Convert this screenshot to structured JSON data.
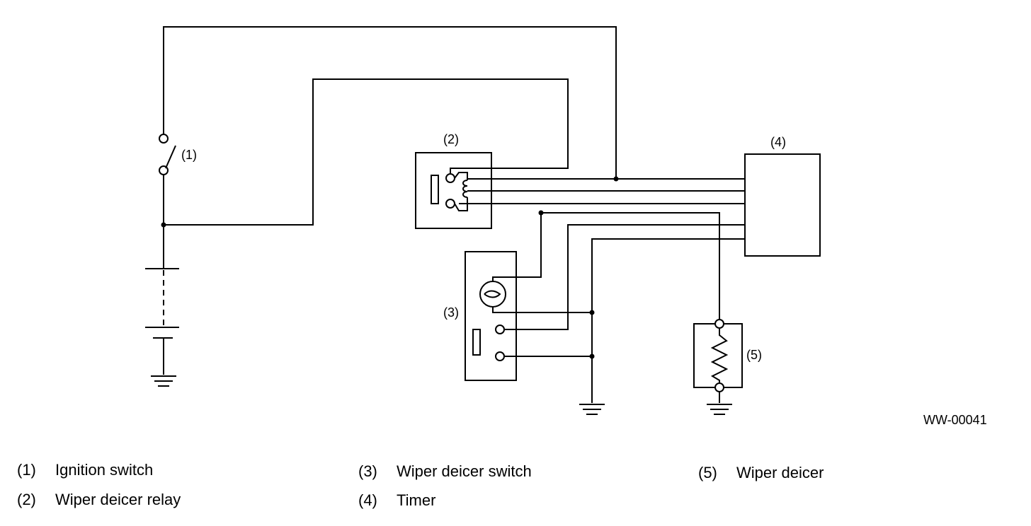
{
  "diagram": {
    "code": "WW-00041",
    "component_labels": {
      "ignition_switch": "(1)",
      "relay": "(2)",
      "deicer_switch": "(3)",
      "timer": "(4)",
      "wiper_deicer": "(5)"
    }
  },
  "legend": [
    {
      "num": "(1)",
      "text": "Ignition switch"
    },
    {
      "num": "(2)",
      "text": "Wiper deicer relay"
    },
    {
      "num": "(3)",
      "text": "Wiper deicer switch"
    },
    {
      "num": "(4)",
      "text": "Timer"
    },
    {
      "num": "(5)",
      "text": "Wiper deicer"
    }
  ]
}
